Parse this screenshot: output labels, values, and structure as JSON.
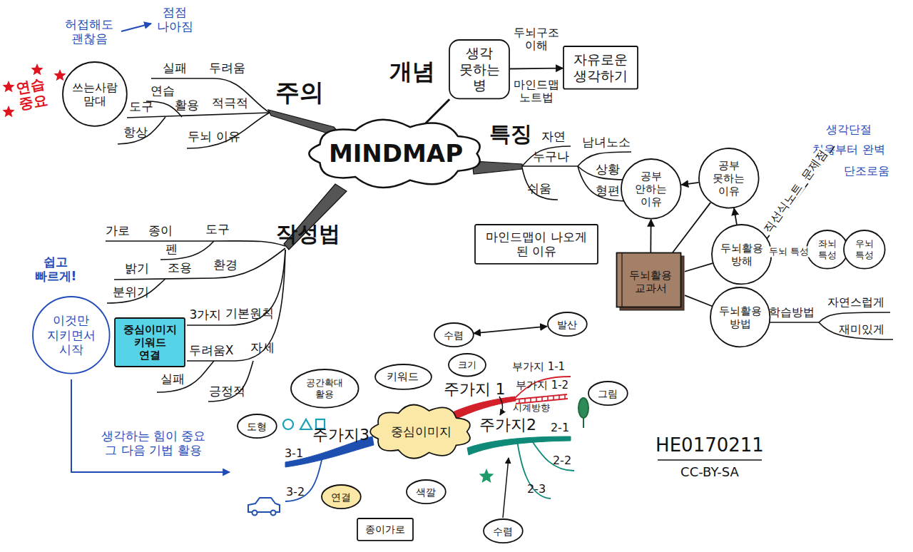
{
  "diagram": {
    "nodes": [
      {
        "text": [
          "MINDMAP"
        ]
      },
      {
        "text": [
          "쓰는사람 맘대"
        ]
      },
      {
        "text": [
          "생각 못하는 병"
        ]
      },
      {
        "text": [
          "자유로운 생각하기"
        ]
      },
      {
        "text": [
          "공부 안하는 이유"
        ]
      },
      {
        "text": [
          "공부 못하는 이유"
        ]
      },
      {
        "text": [
          "마인드맵이 나오게 된 이유"
        ]
      },
      {
        "text": [
          "두뇌활용 방해"
        ]
      },
      {
        "text": [
          "좌뇌 특성"
        ]
      },
      {
        "text": [
          "우뇌 특성"
        ]
      },
      {
        "text": [
          "두뇌활용 교과서"
        ]
      },
      {
        "text": [
          "두뇌활용 방법"
        ]
      },
      {
        "text": [
          "이것만 지키면서 시작"
        ]
      },
      {
        "text": [
          "중심이미지 키워드 연결"
        ]
      },
      {
        "text": [
          "수렴"
        ]
      },
      {
        "text": [
          "발산"
        ]
      },
      {
        "text": [
          "크기"
        ]
      },
      {
        "text": [
          "키워드"
        ]
      },
      {
        "text": [
          "공간확대 활용"
        ]
      },
      {
        "text": [
          "중심이미지"
        ]
      },
      {
        "text": [
          "도형"
        ]
      },
      {
        "text": [
          "그림"
        ]
      },
      {
        "text": [
          "연결"
        ]
      },
      {
        "text": [
          "색깔"
        ]
      },
      {
        "text": [
          "종이가로"
        ]
      },
      {
        "text": [
          "수렴"
        ]
      }
    ],
    "edges": [
      {
        "from": 0,
        "to": 2,
        "arrow": "none"
      },
      {
        "from": 2,
        "to": 3,
        "arrow": "to"
      },
      {
        "from": 10,
        "to": 4,
        "arrow": "to"
      },
      {
        "from": 5,
        "to": 4,
        "arrow": "to"
      },
      {
        "from": 10,
        "to": 5,
        "arrow": "none"
      },
      {
        "from": 7,
        "to": 5,
        "arrow": "to"
      },
      {
        "from": 10,
        "to": 7,
        "arrow": "none"
      },
      {
        "from": 7,
        "to": 8,
        "label": "두뇌 특성",
        "arrow": "none"
      },
      {
        "from": 10,
        "to": 11,
        "arrow": "none"
      },
      {
        "from": 14,
        "to": 15,
        "arrow": "both"
      }
    ],
    "labels": [
      "주의",
      "개념",
      "특징",
      "작성법",
      "허접해도 괜찮음",
      "점점 나아짐",
      "연습 중요",
      "실패",
      "두려움",
      "연습",
      "활용",
      "적극적",
      "도구",
      "항상",
      "두뇌 이유",
      "두뇌구조 이해",
      "마인드맵 노트법",
      "자연",
      "누구나",
      "쉬움",
      "남녀노소",
      "상황",
      "형편",
      "가로",
      "종이",
      "도구",
      "펜",
      "밝기",
      "조용",
      "환경",
      "분위기",
      "3가지",
      "기본원칙",
      "쉽고 빠르게!",
      "두려움X",
      "자세",
      "실패",
      "긍정적",
      "생각하는 힘이 중요 그 다음 기법 활용",
      "생각단절",
      "처음부터 완벽",
      "단조로움",
      "직선식노트",
      "문제점",
      "학습방법",
      "자연스럽게",
      "재미있게",
      "주가지 1",
      "부가지 1-1",
      "부가지 1-2",
      "시계방향",
      "주가지2",
      "2-1",
      "2-2",
      "2-3",
      "주가지3",
      "3-1",
      "3-2",
      "HE0170211",
      "CC-BY-SA"
    ]
  }
}
